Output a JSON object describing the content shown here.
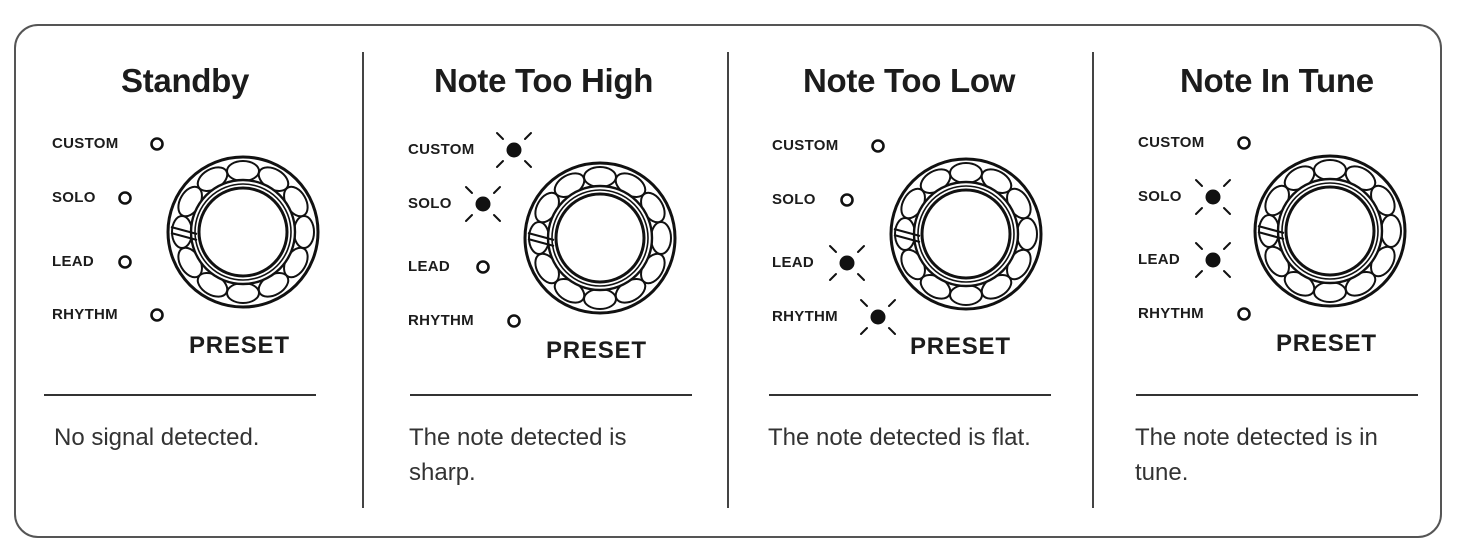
{
  "panels": [
    {
      "title": "Standby",
      "description": "No signal detected.",
      "knob_label": "PRESET",
      "leds": [
        {
          "label": "CUSTOM",
          "lit": false
        },
        {
          "label": "SOLO",
          "lit": false
        },
        {
          "label": "LEAD",
          "lit": false
        },
        {
          "label": "RHYTHM",
          "lit": false
        }
      ]
    },
    {
      "title": "Note Too High",
      "description": "The note detected is sharp.",
      "knob_label": "PRESET",
      "leds": [
        {
          "label": "CUSTOM",
          "lit": true
        },
        {
          "label": "SOLO",
          "lit": true
        },
        {
          "label": "LEAD",
          "lit": false
        },
        {
          "label": "RHYTHM",
          "lit": false
        }
      ]
    },
    {
      "title": "Note Too Low",
      "description": "The note detected is flat.",
      "knob_label": "PRESET",
      "leds": [
        {
          "label": "CUSTOM",
          "lit": false
        },
        {
          "label": "SOLO",
          "lit": false
        },
        {
          "label": "LEAD",
          "lit": true
        },
        {
          "label": "RHYTHM",
          "lit": true
        }
      ]
    },
    {
      "title": "Note In Tune",
      "description": "The note detected is in tune.",
      "knob_label": "PRESET",
      "leds": [
        {
          "label": "CUSTOM",
          "lit": false
        },
        {
          "label": "SOLO",
          "lit": true
        },
        {
          "label": "LEAD",
          "lit": true
        },
        {
          "label": "RHYTHM",
          "lit": false
        }
      ]
    }
  ]
}
